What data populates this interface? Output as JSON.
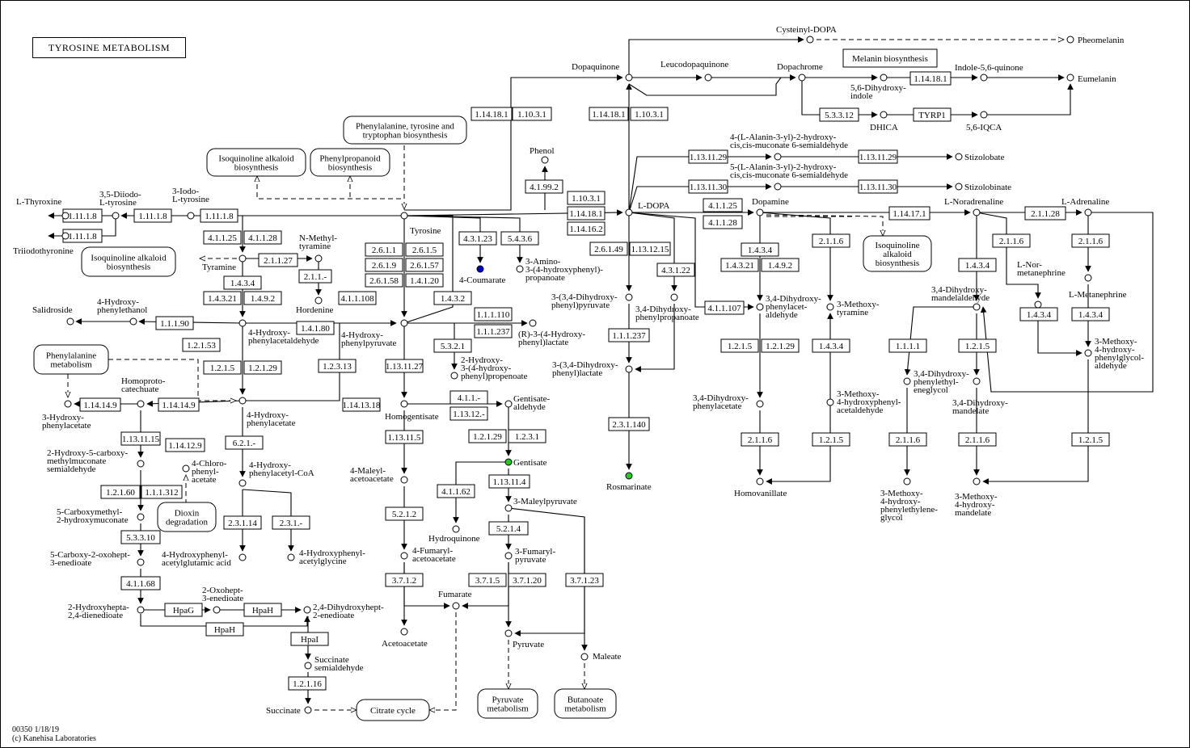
{
  "title": "TYROSINE  METABOLISM",
  "footer": {
    "code": "00350 1/18/19",
    "copyright": "(c) Kanehisa Laboratories"
  },
  "colors": {
    "highlight_green": "#22cc22",
    "highlight_blue": "#0000cc",
    "line": "#000000"
  },
  "compounds": [
    {
      "id": "thyroxine",
      "label": "L-Thyroxine"
    },
    {
      "id": "triiodothyronine",
      "label": "Triiodothyronine"
    },
    {
      "id": "diiodo",
      "label": "3,5-Diiodo-\nL-tyrosine"
    },
    {
      "id": "iodo",
      "label": "3-Iodo-\nL-tyrosine"
    },
    {
      "id": "tyrosine",
      "label": "Tyrosine"
    },
    {
      "id": "tyramine",
      "label": "Tyramine"
    },
    {
      "id": "nmethyltyramine",
      "label": "N-Methyl-\ntyramine"
    },
    {
      "id": "hordenine",
      "label": "Hordenine"
    },
    {
      "id": "salidroside",
      "label": "Salidroside"
    },
    {
      "id": "hphenylethanol",
      "label": "4-Hydroxy-\nphenylethanol"
    },
    {
      "id": "hpacetaldehyde",
      "label": "4-Hydroxy-\nphenylacetaldehyde"
    },
    {
      "id": "hppyruvate",
      "label": "4-Hydroxy-\nphenylpyruvate"
    },
    {
      "id": "hpacetate",
      "label": "4-Hydroxy-\nphenylacetate"
    },
    {
      "id": "homoprotocatechuate",
      "label": "Homoproto-\ncatechuate"
    },
    {
      "id": "hydroxyphenylacetate3",
      "label": "3-Hydroxy-\nphenylacetate"
    },
    {
      "id": "hmsa",
      "label": "2-Hydroxy-5-carboxy-\nmethylmuconate\nsemialdehyde"
    },
    {
      "id": "chlorophenylacetate",
      "label": "4-Chloro-\nphenyl-\nacetate"
    },
    {
      "id": "carboxymethyl",
      "label": "5-Carboxymethyl-\n2-hydroxymuconate"
    },
    {
      "id": "carboxyoxohept",
      "label": "5-Carboxy-2-oxohept-\n3-enedioate"
    },
    {
      "id": "hydroxyhepta",
      "label": "2-Hydroxyhepta-\n2,4-dienedioate"
    },
    {
      "id": "oxohept",
      "label": "2-Oxohept-\n3-enedioate"
    },
    {
      "id": "dihydroxyhept",
      "label": "2,4-Dihydroxyhept-\n2-enedioate"
    },
    {
      "id": "succsemi",
      "label": "Succinate\nsemialdehyde"
    },
    {
      "id": "succinate",
      "label": "Succinate"
    },
    {
      "id": "hpacetylcoa",
      "label": "4-Hydroxy-\nphenylacetyl-CoA"
    },
    {
      "id": "hpglutamic",
      "label": "4-Hydroxyphenyl-\nacetylglutamic acid"
    },
    {
      "id": "hpglycine",
      "label": "4-Hydroxyphenyl-\nacetylglycine"
    },
    {
      "id": "coumarate",
      "label": "4-Coumarate"
    },
    {
      "id": "aminohpp",
      "label": "3-Amino-\n3-(4-hydroxyphenyl)-\npropanoate"
    },
    {
      "id": "hplactate",
      "label": "(R)-3-(4-Hydroxy-\nphenyl)lactate"
    },
    {
      "id": "hydroxyhpprop",
      "label": "2-Hydroxy-\n3-(4-hydroxy-\nphenyl)propenoate"
    },
    {
      "id": "homogentisate",
      "label": "Homogentisate"
    },
    {
      "id": "gentisatealdehyde",
      "label": "Gentisate-\naldehyde"
    },
    {
      "id": "gentisate",
      "label": "Gentisate"
    },
    {
      "id": "hydroquinone",
      "label": "Hydroquinone"
    },
    {
      "id": "maleylacetoacetate",
      "label": "4-Maleyl-\nacetoacetate"
    },
    {
      "id": "fumarylacetoacetate",
      "label": "4-Fumaryl-\nacetoacetate"
    },
    {
      "id": "acetoacetate",
      "label": "Acetoacetate"
    },
    {
      "id": "fumarate",
      "label": "Fumarate"
    },
    {
      "id": "maleylpyruvate",
      "label": "3-Maleylpyruvate"
    },
    {
      "id": "fumarylpyruvate",
      "label": "3-Fumaryl-\npyruvate"
    },
    {
      "id": "pyruvate",
      "label": "Pyruvate"
    },
    {
      "id": "maleate",
      "label": "Maleate"
    },
    {
      "id": "phenol",
      "label": "Phenol"
    },
    {
      "id": "dopaquinone",
      "label": "Dopaquinone"
    },
    {
      "id": "leucodopaquinone",
      "label": "Leucodopaquinone"
    },
    {
      "id": "dopachrome",
      "label": "Dopachrome"
    },
    {
      "id": "cysteinyldopa",
      "label": "Cysteinyl-DOPA"
    },
    {
      "id": "pheomelanin",
      "label": "Pheomelanin"
    },
    {
      "id": "dhi",
      "label": "5,6-Dihydroxy-\nindole"
    },
    {
      "id": "indolequinone",
      "label": "Indole-5,6-quinone"
    },
    {
      "id": "eumelanin",
      "label": "Eumelanin"
    },
    {
      "id": "dhica",
      "label": "DHICA"
    },
    {
      "id": "iqca",
      "label": "5,6-IQCA"
    },
    {
      "id": "ldopa",
      "label": "L-DOPA"
    },
    {
      "id": "alanin4",
      "label": "4-(L-Alanin-3-yl)-2-hydroxy-\ncis,cis-muconate 6-semialdehyde"
    },
    {
      "id": "alanin5",
      "label": "5-(L-Alanin-3-yl)-2-hydroxy-\ncis,cis-muconate 6-semialdehyde"
    },
    {
      "id": "stizolobate",
      "label": "Stizolobate"
    },
    {
      "id": "stizolobinate",
      "label": "Stizolobinate"
    },
    {
      "id": "dhppyruvate",
      "label": "3-(3,4-Dihydroxy-\nphenyl)pyruvate"
    },
    {
      "id": "dhpprop",
      "label": "3,4-Dihydroxy-\nphenylpropanoate"
    },
    {
      "id": "dhplactate",
      "label": "3-(3,4-Dihydroxy-\nphenyl)lactate"
    },
    {
      "id": "rosmarinate",
      "label": "Rosmarinate"
    },
    {
      "id": "dopamine",
      "label": "Dopamine"
    },
    {
      "id": "dhpacetaldehyde",
      "label": "3,4-Dihydroxy-\nphenylacet-\naldehyde"
    },
    {
      "id": "dhpacetate",
      "label": "3,4-Dihydroxy-\nphenylacetate"
    },
    {
      "id": "homovanillate",
      "label": "Homovanillate"
    },
    {
      "id": "methoxytyramine",
      "label": "3-Methoxy-\ntyramine"
    },
    {
      "id": "methoxyhpacetaldehyde",
      "label": "3-Methoxy-\n4-hydroxyphenyl-\nacetaldehyde"
    },
    {
      "id": "noradrenaline",
      "label": "L-Noradrenaline"
    },
    {
      "id": "adrenaline",
      "label": "L-Adrenaline"
    },
    {
      "id": "normetanephrine",
      "label": "L-Nor-\nmetanephrine"
    },
    {
      "id": "metanephrine",
      "label": "L-Metanephrine"
    },
    {
      "id": "dhmandelaldehyde",
      "label": "3,4-Dihydroxy-\nmandelaldehyde"
    },
    {
      "id": "methoxyhpglycolaldehyde",
      "label": "3-Methoxy-\n4-hydroxy-\nphenylglycol-\naldehyde"
    },
    {
      "id": "dhpethyleneglycol",
      "label": "3,4-Dihydroxy-\nphenylethyl-\neneglycol"
    },
    {
      "id": "dhmandelate",
      "label": "3,4-Dihydroxy-\nmandelate"
    },
    {
      "id": "mhpg",
      "label": "3-Methoxy-\n4-hydroxy-\nphenylethylene-\nglycol"
    },
    {
      "id": "vma",
      "label": "3-Methoxy-\n4-hydroxy-\nmandelate"
    }
  ],
  "enzymes": [
    "1.11.1.8",
    "1.11.1.8",
    "1.11.1.8",
    "1.11.1.8",
    "4.1.1.25",
    "4.1.1.28",
    "2.1.1.27",
    "2.1.1.-",
    "1.4.3.4",
    "1.4.3.21",
    "1.4.9.2",
    "1.1.1.90",
    "1.2.1.53",
    "1.2.1.5",
    "1.2.1.29",
    "1.4.1.80",
    "1.2.3.13",
    "4.1.1.108",
    "2.6.1.1",
    "2.6.1.5",
    "2.6.1.9",
    "2.6.1.57",
    "2.6.1.58",
    "1.4.1.20",
    "4.3.1.23",
    "5.4.3.6",
    "1.4.3.2",
    "1.1.1.110",
    "1.1.1.237",
    "5.3.2.1",
    "1.13.11.27",
    "1.14.13.18",
    "4.1.1.-",
    "1.13.12.-",
    "1.14.14.9",
    "1.14.14.9",
    "1.13.11.15",
    "1.14.12.9",
    "1.2.1.60",
    "1.1.1.312",
    "5.3.3.10",
    "4.1.1.68",
    "HpaG",
    "HpaH",
    "HpaH",
    "HpaI",
    "1.2.1.16",
    "6.2.1.-",
    "2.3.1.14",
    "2.3.1.-",
    "1.13.11.5",
    "5.2.1.2",
    "3.7.1.2",
    "1.2.1.29",
    "1.2.3.1",
    "4.1.1.62",
    "1.13.11.4",
    "5.2.1.4",
    "3.7.1.5",
    "3.7.1.20",
    "3.7.1.23",
    "4.1.99.2",
    "1.14.18.1",
    "1.10.3.1",
    "1.14.18.1",
    "1.10.3.1",
    "1.10.3.1",
    "1.14.18.1",
    "1.14.16.2",
    "1.13.11.29",
    "1.13.11.29",
    "1.13.11.30",
    "1.13.11.30",
    "2.6.1.49",
    "1.13.12.15",
    "4.3.1.22",
    "1.1.1.237",
    "2.3.1.140",
    "4.1.1.25",
    "4.1.1.28",
    "4.1.1.107",
    "1.4.3.4",
    "1.4.3.21",
    "1.4.9.2",
    "1.2.1.5",
    "1.2.1.29",
    "2.1.1.6",
    "2.1.1.6",
    "1.4.3.4",
    "1.2.1.5",
    "1.14.17.1",
    "5.3.3.12",
    "TYRP1",
    "1.14.18.1",
    "2.1.1.28",
    "2.1.1.6",
    "2.1.1.6",
    "1.4.3.4",
    "1.1.1.1",
    "1.2.1.5",
    "1.4.3.4",
    "1.4.3.4",
    "2.1.1.6",
    "2.1.1.6",
    "1.2.1.5",
    "4.1.1.108",
    "4.1.1.107"
  ],
  "maps": [
    {
      "id": "phe_tyr_trp",
      "label": "Phenylalanine, tyrosine and\ntryptophan biosynthesis"
    },
    {
      "id": "isoquinoline1",
      "label": "Isoquinoline alkaloid\nbiosynthesis"
    },
    {
      "id": "phenylpropanoid",
      "label": "Phenylpropanoid\nbiosynthesis"
    },
    {
      "id": "isoquinoline2",
      "label": "Isoquinoline alkaloid\nbiosynthesis"
    },
    {
      "id": "phenylalanine",
      "label": "Phenylalanine\nmetabolism"
    },
    {
      "id": "dioxin",
      "label": "Dioxin\ndegradation"
    },
    {
      "id": "citrate",
      "label": "Citrate cycle"
    },
    {
      "id": "pyruvate_met",
      "label": "Pyruvate\nmetabolism"
    },
    {
      "id": "butanoate",
      "label": "Butanoate\nmetabolism"
    },
    {
      "id": "isoquinoline3",
      "label": "Isoquinoline\nalkaloid\nbiosynthesis"
    },
    {
      "id": "melanin",
      "label": "Melanin biosynthesis"
    }
  ]
}
